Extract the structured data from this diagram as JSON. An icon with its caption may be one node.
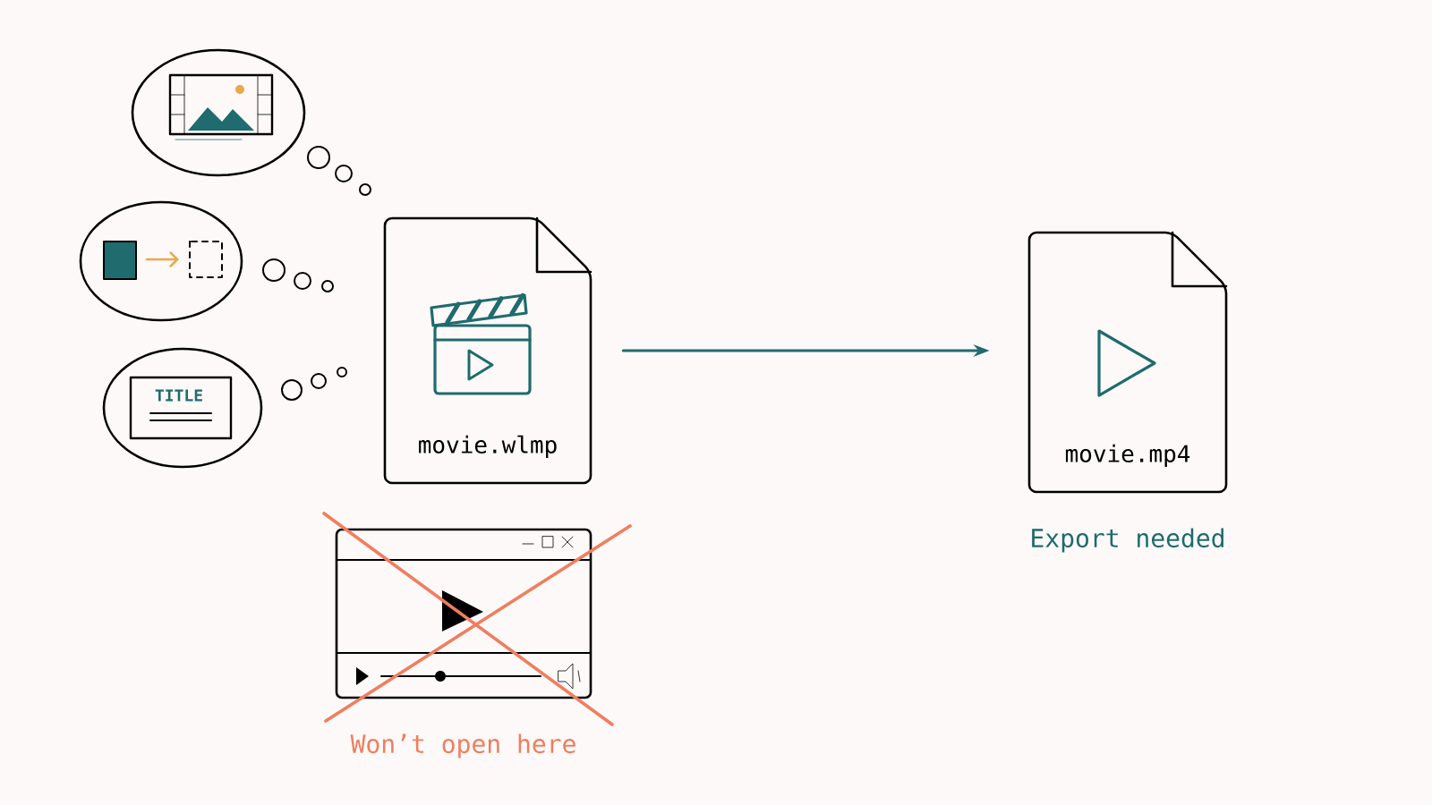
{
  "diagram": {
    "nodes": [
      {
        "text": [
          "movie.wlmp"
        ]
      },
      {
        "text": [
          "movie.mp4"
        ],
        "beside": [
          "Export needed"
        ]
      }
    ],
    "edges": [
      {
        "from": 0,
        "to": 1,
        "arrow": "to"
      }
    ],
    "labels": [
      "TITLE",
      "Won’t open here"
    ]
  }
}
